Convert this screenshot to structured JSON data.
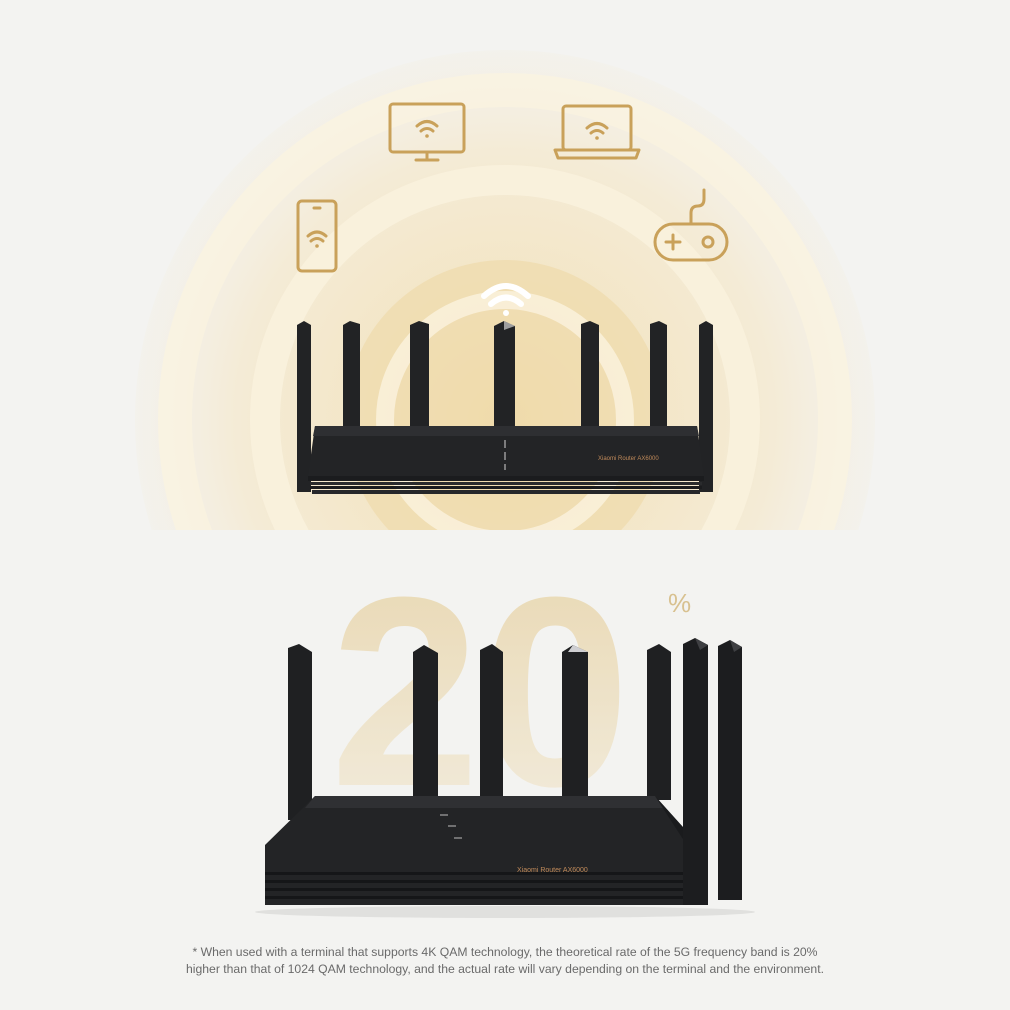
{
  "top_panel": {
    "devices": [
      {
        "name": "monitor"
      },
      {
        "name": "laptop"
      },
      {
        "name": "phone"
      },
      {
        "name": "gamepad"
      }
    ],
    "router_label": "Xiaomi Router AX6000"
  },
  "bottom_panel": {
    "big_number": "20",
    "big_number_unit": "%",
    "router_label": "Xiaomi Router AX6000"
  },
  "footnote": {
    "line1": "* When used with a terminal that supports 4K QAM technology, the theoretical rate of the 5G frequency band is 20%",
    "line2": "higher than that of 1024 QAM technology, and the actual rate will vary depending on the terminal and the environment."
  },
  "colors": {
    "background": "#f3f3f1",
    "gold": "#c9a15a",
    "glow": "#f3e3bd",
    "router_body": "#222325",
    "router_edge": "#3a3b3e"
  }
}
